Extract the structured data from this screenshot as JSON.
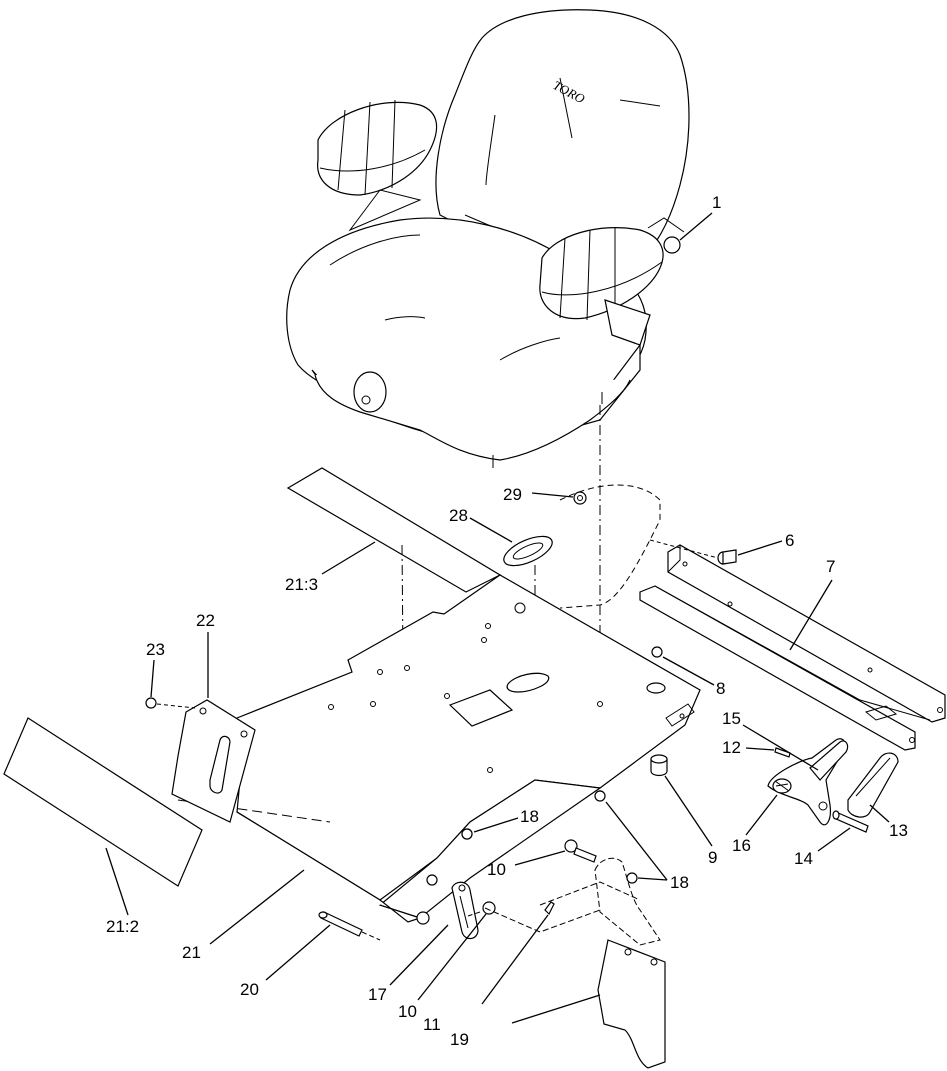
{
  "brand_text": "TORO",
  "callouts": {
    "c1": "1",
    "c6": "6",
    "c7": "7",
    "c8": "8",
    "c9": "9",
    "c10a": "10",
    "c10b": "10",
    "c11": "11",
    "c12": "12",
    "c13": "13",
    "c14": "14",
    "c15": "15",
    "c16": "16",
    "c17": "17",
    "c18a": "18",
    "c18b": "18",
    "c19": "19",
    "c20": "20",
    "c21": "21",
    "c21_2": "21:2",
    "c21_3": "21:3",
    "c22": "22",
    "c23": "23",
    "c28": "28",
    "c29": "29"
  }
}
